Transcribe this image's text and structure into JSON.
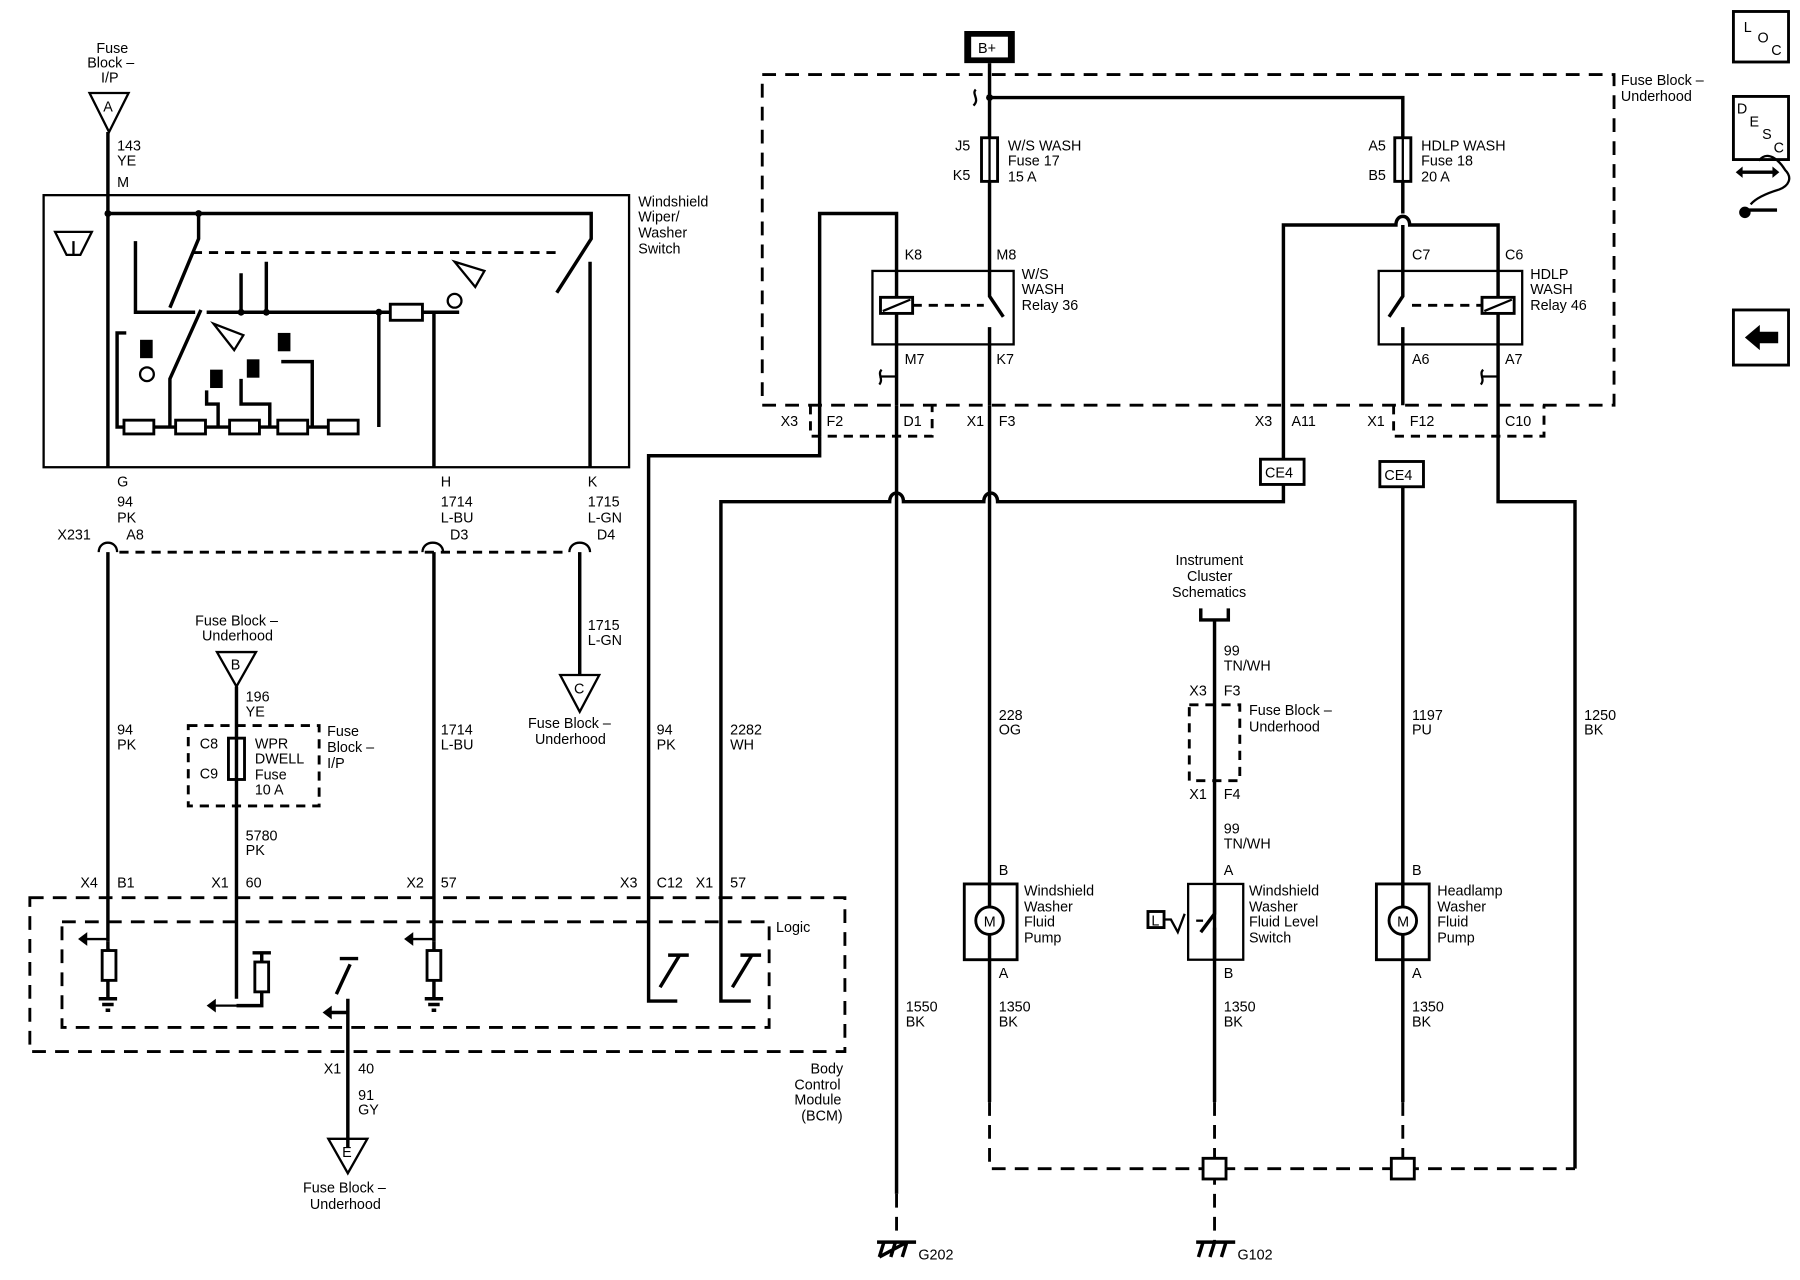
{
  "nav": {
    "loc": {
      "label": "LOC",
      "icon": "location-icon"
    },
    "desc": {
      "label": "DESC",
      "icon": "description-icon"
    },
    "connector": {
      "icon": "connector-tool-icon"
    },
    "back": {
      "icon": "back-arrow-icon"
    }
  },
  "power": {
    "bplus": "B+"
  },
  "modules": {
    "fuse_block_underhood_top": [
      "Fuse Block –",
      "Underhood"
    ],
    "ws_switch": [
      "Windshield",
      "Wiper/",
      "Washer",
      "Switch"
    ],
    "bcm": [
      "Body",
      "Control",
      "Module",
      "(BCM)"
    ],
    "logic": "Logic",
    "instrument_cluster": [
      "Instrument",
      "Cluster",
      "Schematics"
    ],
    "fuse_block_underhood_mid": [
      "Fuse Block –",
      "Underhood"
    ],
    "fuse_block_ip_small": [
      "Fuse",
      "Block –",
      "I/P"
    ]
  },
  "fuses": {
    "ws_wash": {
      "pin_in": "J5",
      "pin_out": "K5",
      "lines": [
        "W/S WASH",
        "Fuse 17",
        "15 A"
      ]
    },
    "hdlp_wash": {
      "pin_in": "A5",
      "pin_out": "B5",
      "lines": [
        "HDLP WASH",
        "Fuse 18",
        "20 A"
      ]
    },
    "wpr_dwell": {
      "pin_in": "C8",
      "pin_out": "C9",
      "lines": [
        "WPR",
        "DWELL",
        "Fuse",
        "10 A"
      ]
    }
  },
  "relays": {
    "ws": {
      "pins": {
        "tl": "K8",
        "tr": "M8",
        "bl": "M7",
        "br": "K7"
      },
      "lines": [
        "W/S",
        "WASH",
        "Relay 36"
      ]
    },
    "hdlp": {
      "pins": {
        "tl": "C7",
        "tr": "C6",
        "bl": "A6",
        "br": "A7"
      },
      "lines": [
        "HDLP",
        "WASH",
        "Relay 46"
      ]
    }
  },
  "references": {
    "A": {
      "letter": "A",
      "lines": [
        "Fuse",
        "Block –",
        "I/P"
      ]
    },
    "B": {
      "letter": "B",
      "lines": [
        "Fuse Block –",
        "Underhood"
      ]
    },
    "C": {
      "letter": "C",
      "lines": [
        "Fuse Block –",
        "Underhood"
      ]
    },
    "E": {
      "letter": "E",
      "lines": [
        "Fuse Block –",
        "Underhood"
      ]
    }
  },
  "wires": {
    "w143": [
      "143",
      "YE"
    ],
    "pinM": "M",
    "g": {
      "pin": "G",
      "circuit": "94",
      "color": "PK"
    },
    "h": {
      "pin": "H",
      "circuit": "1714",
      "color": "L-BU"
    },
    "k": {
      "pin": "K",
      "circuit": "1715",
      "color": "L-GN"
    },
    "x231": {
      "name": "X231",
      "pins": [
        "A8",
        "D3",
        "D4"
      ]
    },
    "w94a": [
      "94",
      "PK"
    ],
    "w1714b": [
      "1714",
      "L-BU"
    ],
    "w1715b": [
      "1715",
      "L-GN"
    ],
    "w196": [
      "196",
      "YE"
    ],
    "w5780": [
      "5780",
      "PK"
    ],
    "w94c": [
      "94",
      "PK"
    ],
    "w2282": [
      "2282",
      "WH"
    ],
    "w91": [
      "91",
      "GY"
    ],
    "w228": [
      "228",
      "OG"
    ],
    "w1197": [
      "1197",
      "PU"
    ],
    "w1250": [
      "1250",
      "BK"
    ],
    "w1550": [
      "1550",
      "BK"
    ],
    "w1350a": [
      "1350",
      "BK"
    ],
    "w1350b": [
      "1350",
      "BK"
    ],
    "w1350c": [
      "1350",
      "BK"
    ],
    "w99a": [
      "99",
      "TN/WH"
    ],
    "w99b": [
      "99",
      "TN/WH"
    ]
  },
  "connectors": {
    "x3_f2": [
      "X3",
      "F2"
    ],
    "d1": "D1",
    "x1_f3": [
      "X1",
      "F3"
    ],
    "x3_a11": [
      "X3",
      "A11"
    ],
    "x1_f12": [
      "X1",
      "F12"
    ],
    "c10": "C10",
    "ce4": "CE4",
    "bcm_x4": [
      "X4",
      "B1"
    ],
    "bcm_x1_60": [
      "X1",
      "60"
    ],
    "bcm_x2": [
      "X2",
      "57"
    ],
    "bcm_x3": [
      "X3",
      "C12"
    ],
    "bcm_x1_57": [
      "X1",
      "57"
    ],
    "bcm_x1_40": [
      "X1",
      "40"
    ],
    "ic_x3": [
      "X3",
      "F3"
    ],
    "ic_x1": [
      "X1",
      "F4"
    ]
  },
  "components": {
    "ws_pump": {
      "pins": [
        "B",
        "A"
      ],
      "symbol": "M",
      "lines": [
        "Windshield",
        "Washer",
        "Fluid",
        "Pump"
      ]
    },
    "level_switch": {
      "pins": [
        "A",
        "B"
      ],
      "symbol": "L",
      "lines": [
        "Windshield",
        "Washer",
        "Fluid Level",
        "Switch"
      ]
    },
    "hdlp_pump": {
      "pins": [
        "B",
        "A"
      ],
      "symbol": "M",
      "lines": [
        "Headlamp",
        "Washer",
        "Fluid",
        "Pump"
      ]
    }
  },
  "grounds": {
    "g202": "G202",
    "g102": "G102"
  }
}
